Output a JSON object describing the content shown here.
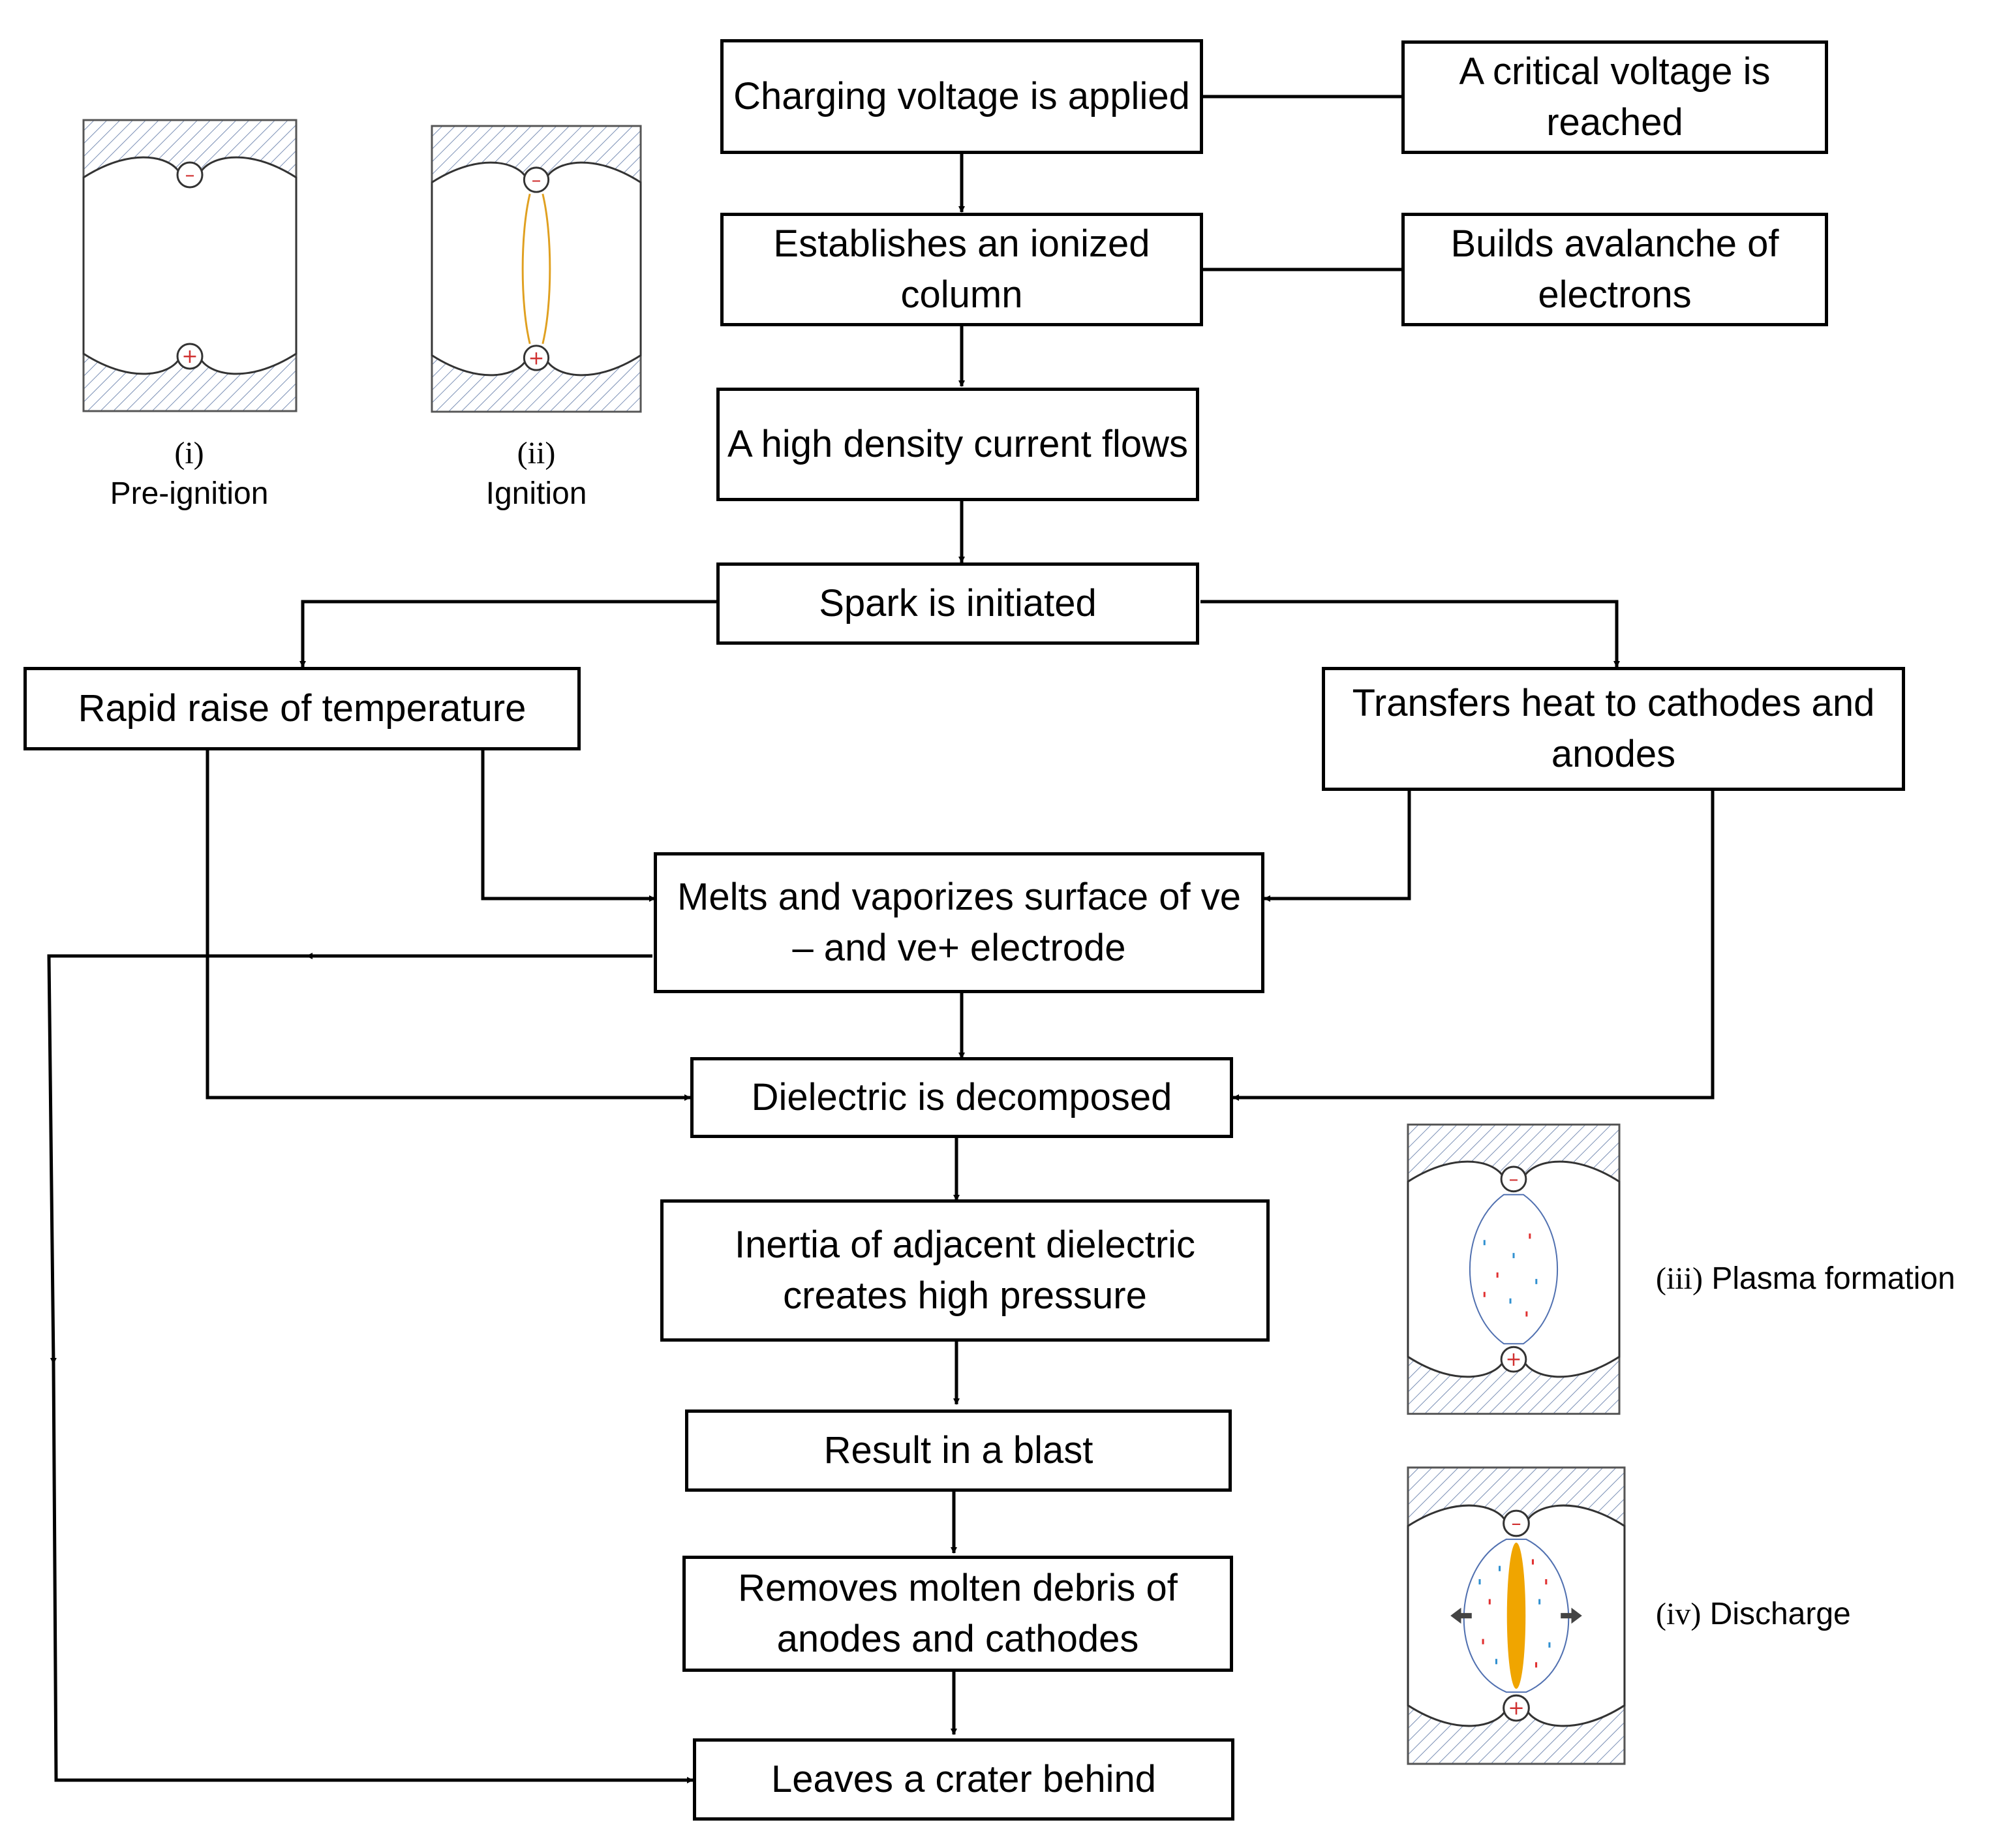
{
  "boxes": {
    "charging": "Charging voltage is applied",
    "critical": "A critical voltage is reached",
    "ionized": "Establishes an ionized column",
    "avalanche": "Builds avalanche of electrons",
    "current": "A high density current flows",
    "spark": "Spark is initiated",
    "temperature": "Rapid raise of temperature",
    "heat": "Transfers heat to cathodes and anodes",
    "melts": "Melts and vaporizes surface of ve – and ve+ electrode",
    "dielectric": "Dielectric is decomposed",
    "inertia": "Inertia of adjacent dielectric creates high pressure",
    "blast": "Result in a blast",
    "debris": "Removes molten debris of anodes and cathodes",
    "crater": "Leaves a crater behind"
  },
  "illustrations": {
    "pre_ignition": {
      "number": "(i)",
      "label": "Pre-ignition"
    },
    "ignition": {
      "number": "(ii)",
      "label": "Ignition"
    },
    "plasma": {
      "number": "(iii)",
      "label": "Plasma formation"
    },
    "discharge": {
      "number": "(iv)",
      "label": "Discharge"
    }
  },
  "electrode_signs": {
    "negative": "–",
    "positive": "+"
  },
  "colors": {
    "hatch": "#7a8fb5",
    "spark_line": "#e0a020",
    "plasma_core": "#f0a500",
    "negative_sign": "#d03030",
    "positive_sign": "#d03030",
    "blue_particles": "#3090d0",
    "red_particles": "#e03030"
  }
}
